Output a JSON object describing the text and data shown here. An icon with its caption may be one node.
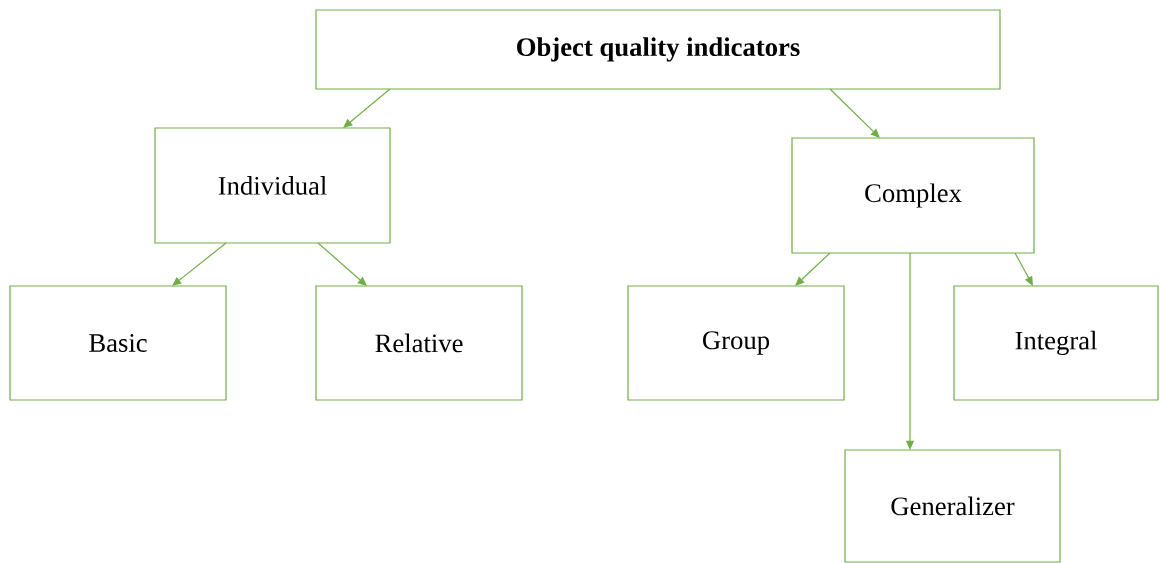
{
  "diagram": {
    "nodes": [
      {
        "text": [
          "Object quality indicators"
        ]
      },
      {
        "text": [
          "Individual"
        ]
      },
      {
        "text": [
          "Complex"
        ]
      },
      {
        "text": [
          "Basic"
        ]
      },
      {
        "text": [
          "Relative"
        ]
      },
      {
        "text": [
          "Group"
        ]
      },
      {
        "text": [
          "Integral"
        ]
      },
      {
        "text": [
          "Generalizer"
        ]
      }
    ],
    "edges": [
      {
        "from": 0,
        "to": 1,
        "arrow": "to"
      },
      {
        "from": 0,
        "to": 2,
        "arrow": "to"
      },
      {
        "from": 1,
        "to": 3,
        "arrow": "to"
      },
      {
        "from": 1,
        "to": 4,
        "arrow": "to"
      },
      {
        "from": 2,
        "to": 5,
        "arrow": "to"
      },
      {
        "from": 2,
        "to": 6,
        "arrow": "to"
      },
      {
        "from": 2,
        "to": 7,
        "arrow": "to"
      }
    ]
  }
}
